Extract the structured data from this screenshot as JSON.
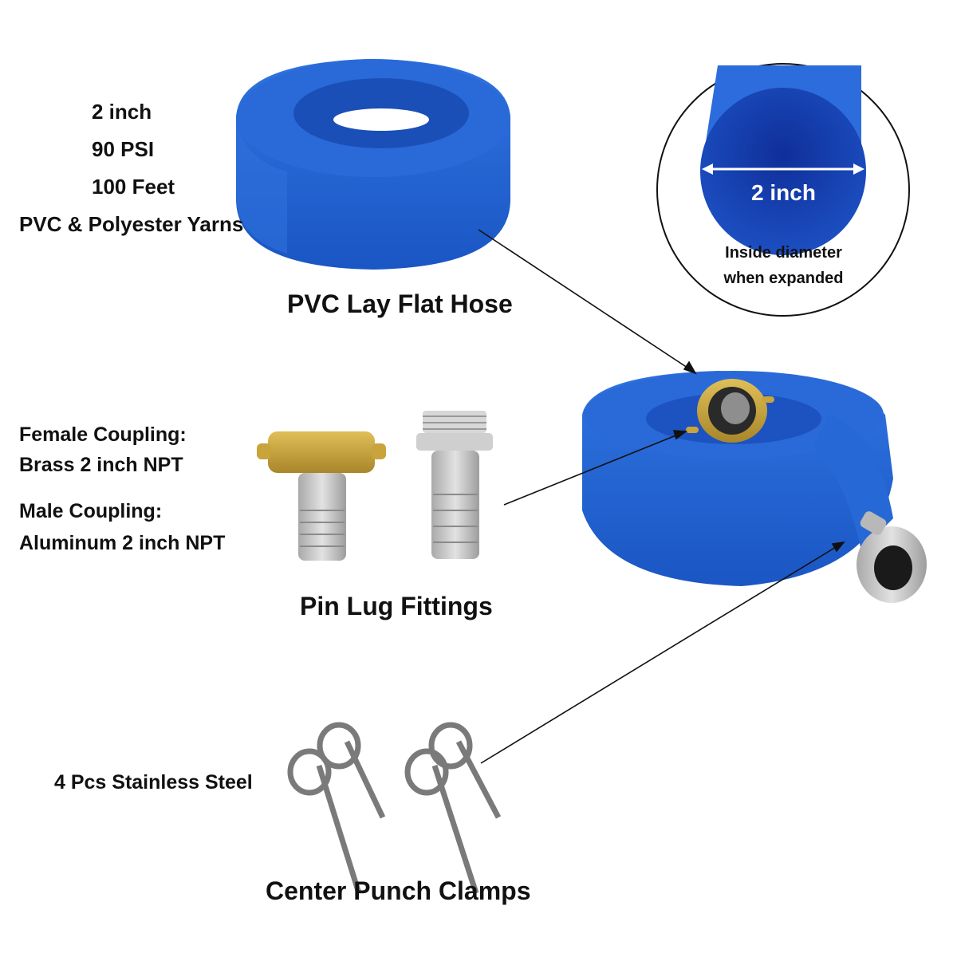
{
  "specs": {
    "size": "2 inch",
    "pressure": "90 PSI",
    "length": "100 Feet",
    "material": "PVC & Polyester Yarns"
  },
  "hose": {
    "caption": "PVC Lay Flat Hose",
    "color": "#1f5fd6"
  },
  "diameter_callout": {
    "measurement": "2 inch",
    "note_line1": "Inside diameter",
    "note_line2": "when expanded"
  },
  "couplings": {
    "female_title": "Female Coupling:",
    "female_detail": "Brass 2 inch NPT",
    "male_title": "Male Coupling:",
    "male_detail": "Aluminum 2 inch NPT",
    "caption": "Pin Lug Fittings",
    "brass_color": "#c9a33b",
    "aluminum_color": "#c8c8c8"
  },
  "clamps": {
    "label": "4 Pcs Stainless Steel",
    "caption": "Center Punch Clamps"
  }
}
